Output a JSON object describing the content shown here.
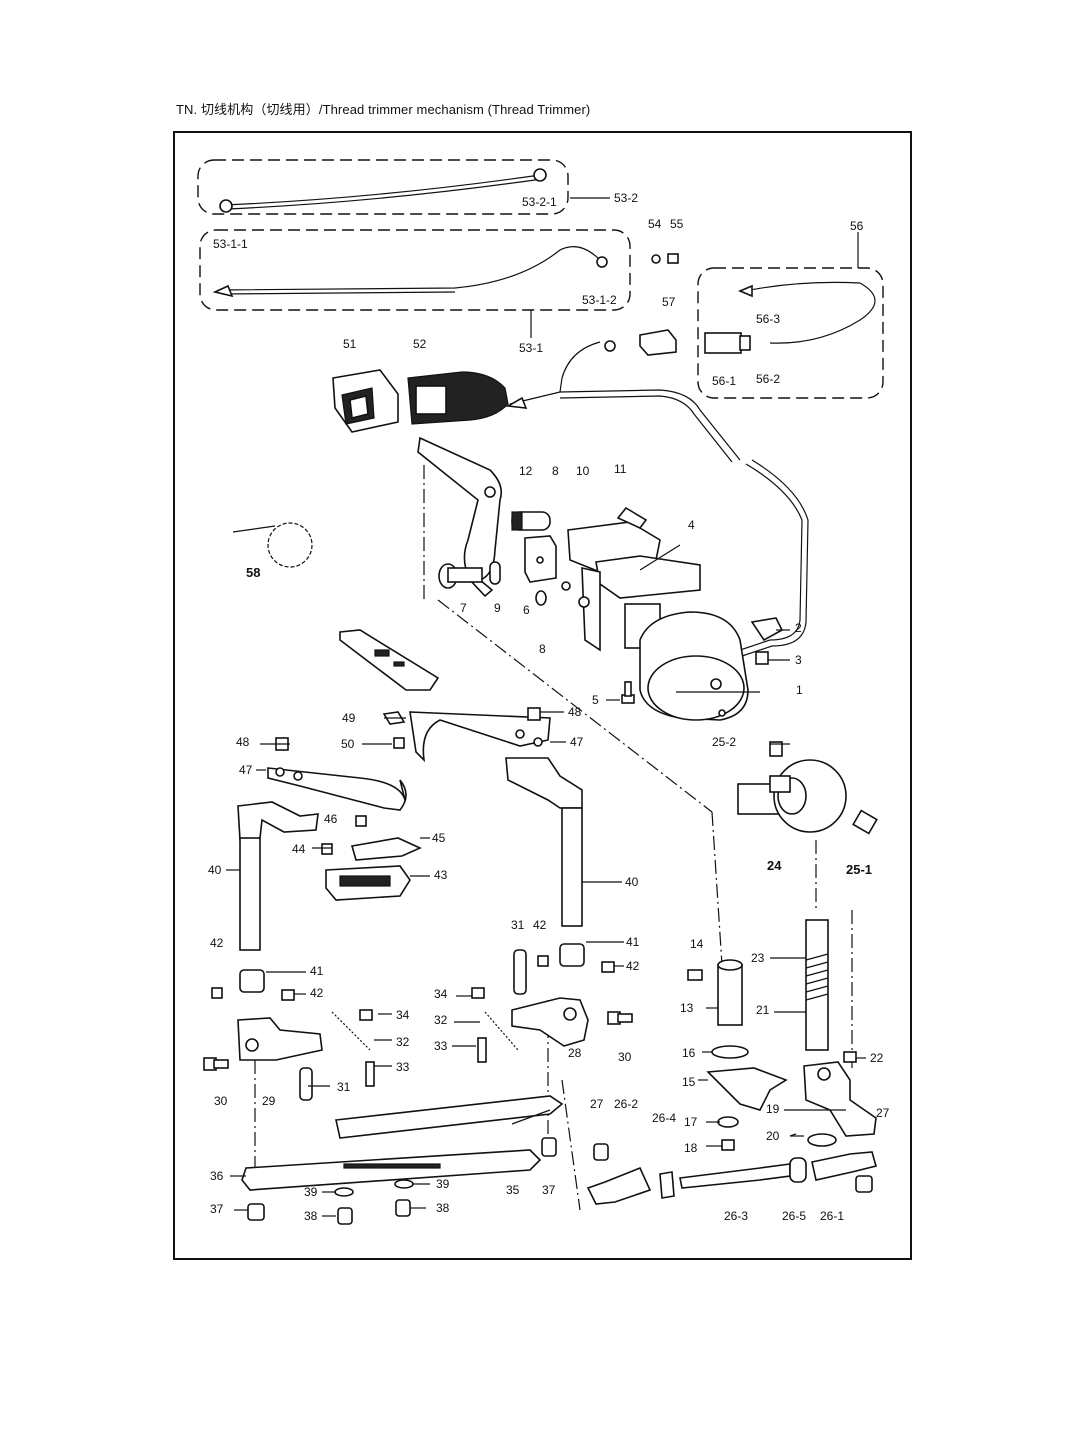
{
  "title": "TN. 切线机构（切线用）/Thread trimmer mechanism (Thread Trimmer)",
  "labels": {
    "l53_2_1": "53-2-1",
    "l53_2": "53-2",
    "l54": "54",
    "l55": "55",
    "l56": "56",
    "l53_1_1": "53-1-1",
    "l53_1_2": "53-1-2",
    "l53_1": "53-1",
    "l57": "57",
    "l56_3": "56-3",
    "l56_1": "56-1",
    "l56_2": "56-2",
    "l51": "51",
    "l52": "52",
    "l12": "12",
    "l8a": "8",
    "l10": "10",
    "l11": "11",
    "l4": "4",
    "l58": "58",
    "l7": "7",
    "l9": "9",
    "l6": "6",
    "l8b": "8",
    "l2": "2",
    "l3": "3",
    "l5": "5",
    "l1": "1",
    "l49": "49",
    "l48a": "48",
    "l48b": "48",
    "l50": "50",
    "l47a": "47",
    "l47b": "47",
    "l25_2": "25-2",
    "l24": "24",
    "l25_1": "25-1",
    "l46": "46",
    "l45": "45",
    "l44": "44",
    "l43": "43",
    "l40a": "40",
    "l40b": "40",
    "l31a": "31",
    "l42a": "42",
    "l41a": "41",
    "l14": "14",
    "l23": "23",
    "l42b": "42",
    "l41b": "41",
    "l42c": "42",
    "l42d": "42",
    "l34a": "34",
    "l34b": "34",
    "l32a": "32",
    "l32b": "32",
    "l33a": "33",
    "l33b": "33",
    "l13": "13",
    "l21": "21",
    "l30a": "30",
    "l30b": "30",
    "l28": "28",
    "l29": "29",
    "l31b": "31",
    "l16": "16",
    "l22": "22",
    "l15": "15",
    "l27a": "27",
    "l26_2": "26-2",
    "l17": "17",
    "l19": "19",
    "l27b": "27",
    "l18": "18",
    "l20": "20",
    "l26_4": "26-4",
    "l36": "36",
    "l35": "35",
    "l37a": "37",
    "l37b": "37",
    "l39a": "39",
    "l39b": "39",
    "l38a": "38",
    "l38b": "38",
    "l26_3": "26-3",
    "l26_5": "26-5",
    "l26_1": "26-1"
  }
}
